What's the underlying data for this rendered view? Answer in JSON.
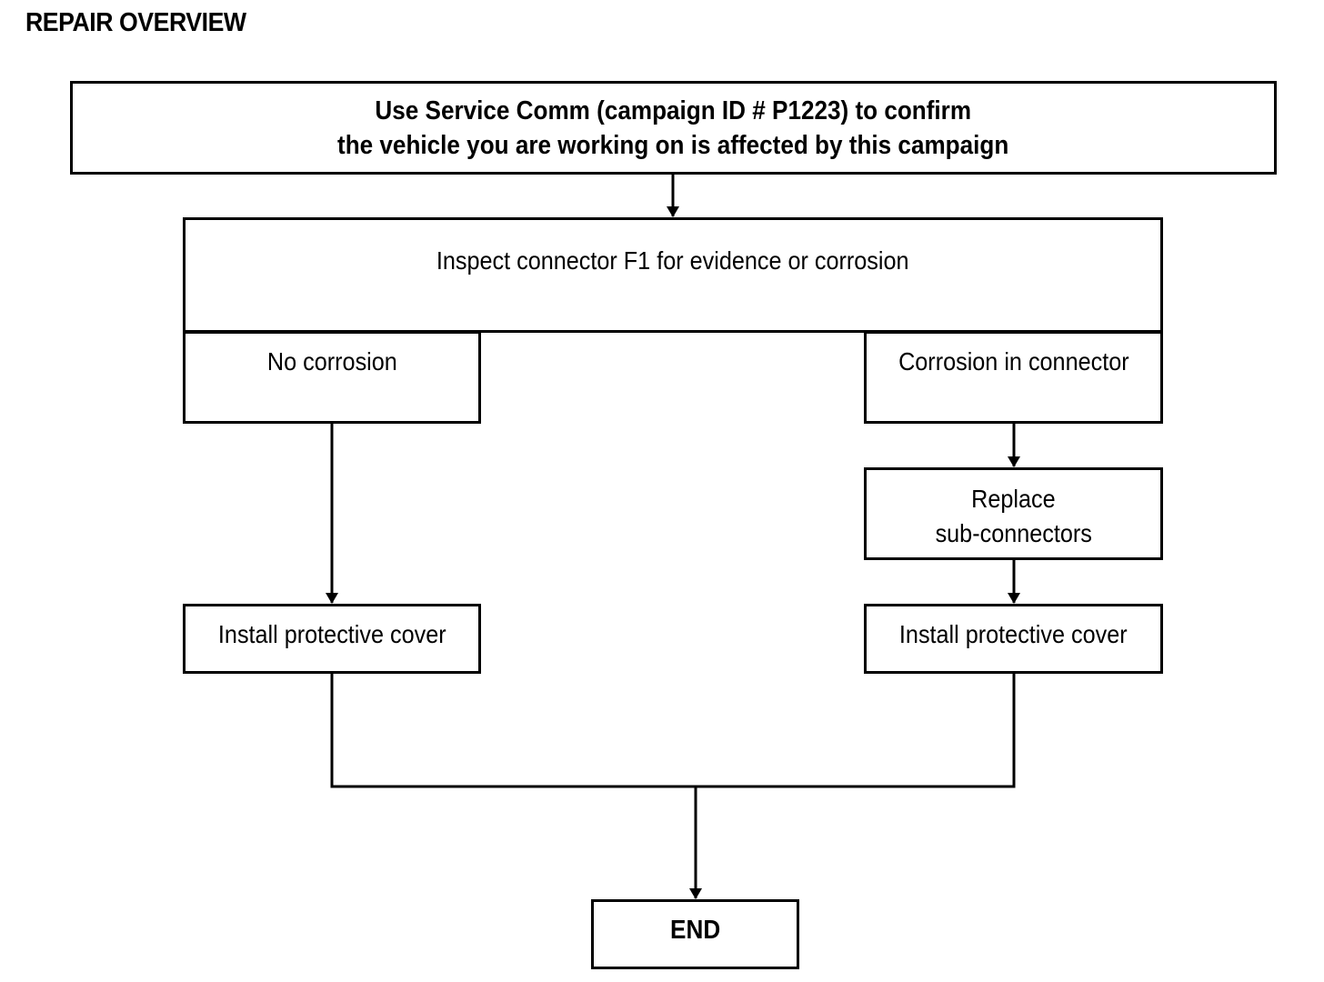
{
  "page": {
    "title": "REPAIR OVERVIEW"
  },
  "flowchart": {
    "start": {
      "line1": "Use Service Comm (campaign ID # P1223) to confirm",
      "line2": "the vehicle you are working on is affected by this campaign"
    },
    "inspect": {
      "label": "Inspect connector F1 for evidence or corrosion"
    },
    "branches": {
      "no_corrosion": "No corrosion",
      "corrosion": "Corrosion in connector"
    },
    "replace": {
      "line1": "Replace",
      "line2": "sub-connectors"
    },
    "install_left": "Install protective cover",
    "install_right": "Install protective cover",
    "end": "END"
  },
  "colors": {
    "stroke": "#000000",
    "background": "#ffffff"
  }
}
